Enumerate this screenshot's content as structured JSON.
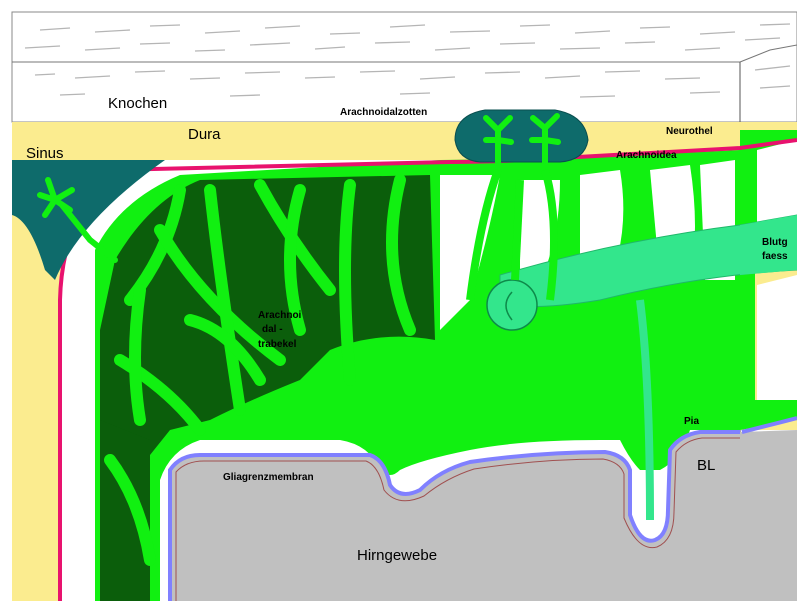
{
  "labels": {
    "knochen": "Knochen",
    "arachnoidalzotten": "Arachnoidalzotten",
    "dura": "Dura",
    "neurothel": "Neurothel",
    "sinus": "Sinus",
    "arachnoidea": "Arachnoidea",
    "blutgefaess_1": "Blutg",
    "blutgefaess_2": "faess",
    "trabekel_1": "Arachnoi",
    "trabekel_2": "dal -",
    "trabekel_3": "trabekel",
    "pia": "Pia",
    "bl": "BL",
    "gliagrenzmembran": "Gliagrenzmembran",
    "hirngewebe": "Hirngewebe"
  },
  "colors": {
    "bone": "#ffffff",
    "dura": "#fbec8f",
    "neurothel": "#e8126e",
    "sinus": "#0e6b6b",
    "arachnoid_green": "#11f011",
    "trabecular_dark": "#0b5e0b",
    "vessel": "#33e68c",
    "brain": "#c0c0c0",
    "basal_lamina": "#8080ff",
    "glia_line": "#a05050"
  }
}
